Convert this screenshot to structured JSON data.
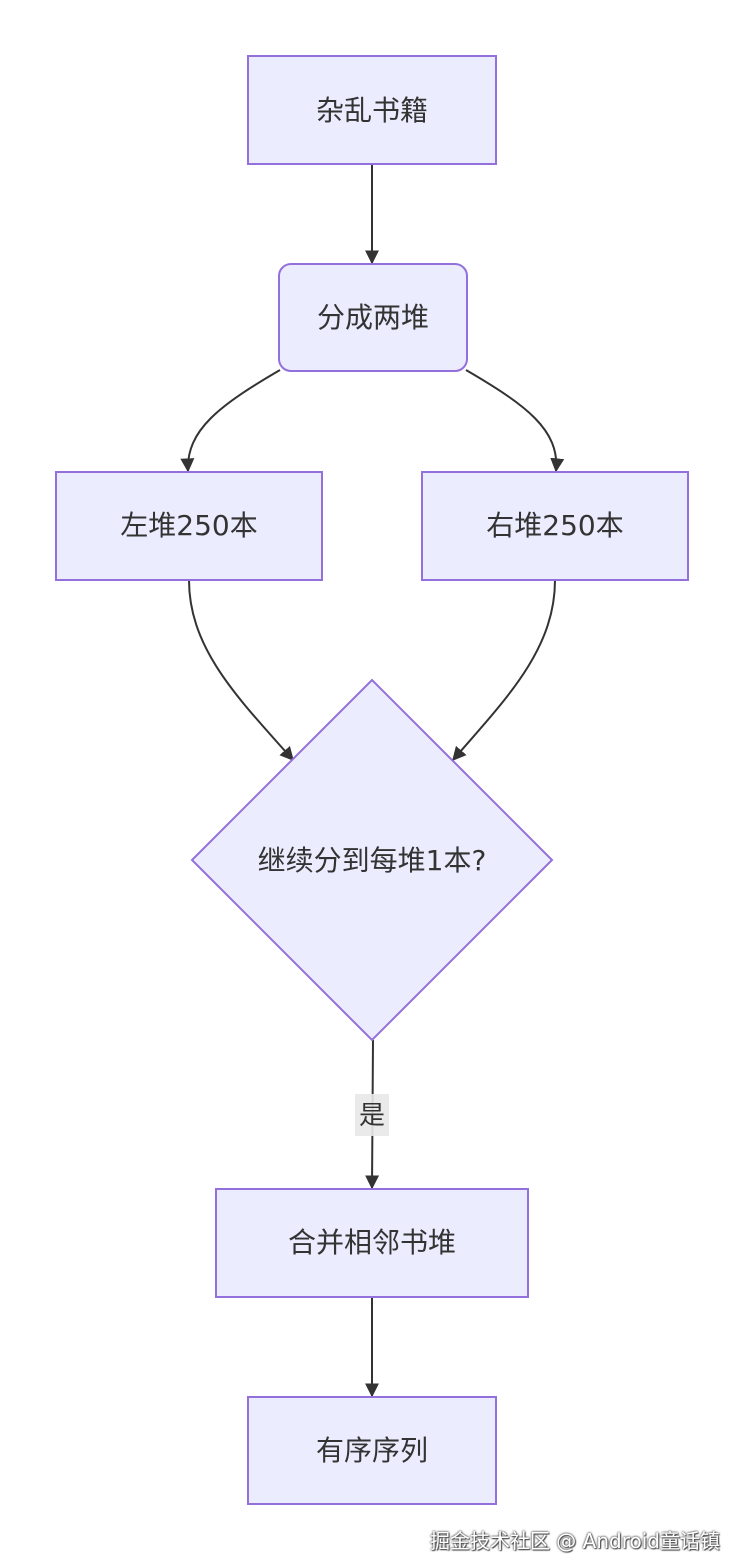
{
  "nodes": {
    "start": "杂乱书籍",
    "split": "分成两堆",
    "left": "左堆250本",
    "right": "右堆250本",
    "decision": "继续分到每堆1本?",
    "merge": "合并相邻书堆",
    "result": "有序序列"
  },
  "edge_labels": {
    "decision_yes": "是"
  },
  "watermark": "掘金技术社区 @ Android童话镇",
  "colors": {
    "node_fill": "#ECECFF",
    "node_stroke": "#9370DB",
    "edge": "#333333",
    "text": "#333333"
  }
}
